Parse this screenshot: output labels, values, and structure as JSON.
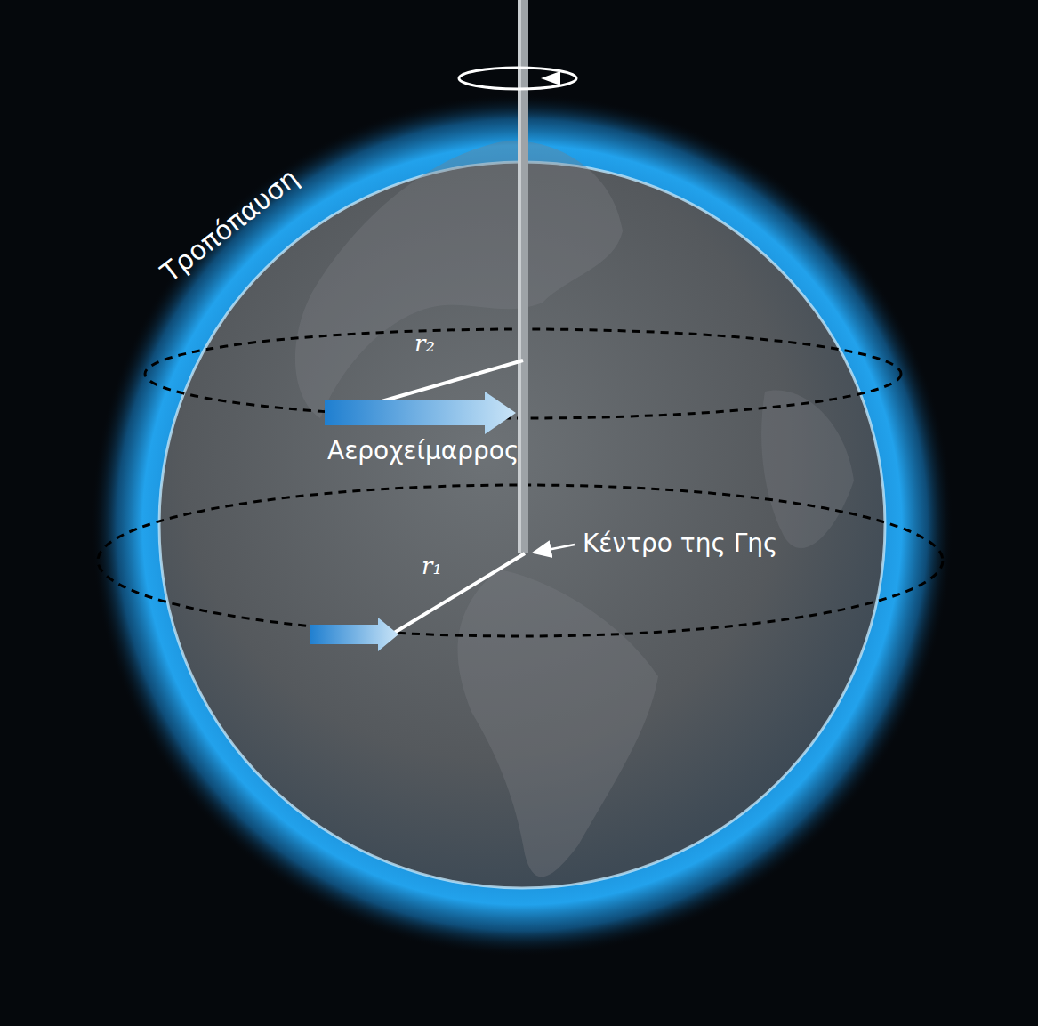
{
  "diagram": {
    "labels": [
      "Τροπόπαυση",
      "r₂",
      "Αεροχείμαρρος",
      "Κέντρο της Γης",
      "r₁"
    ]
  }
}
